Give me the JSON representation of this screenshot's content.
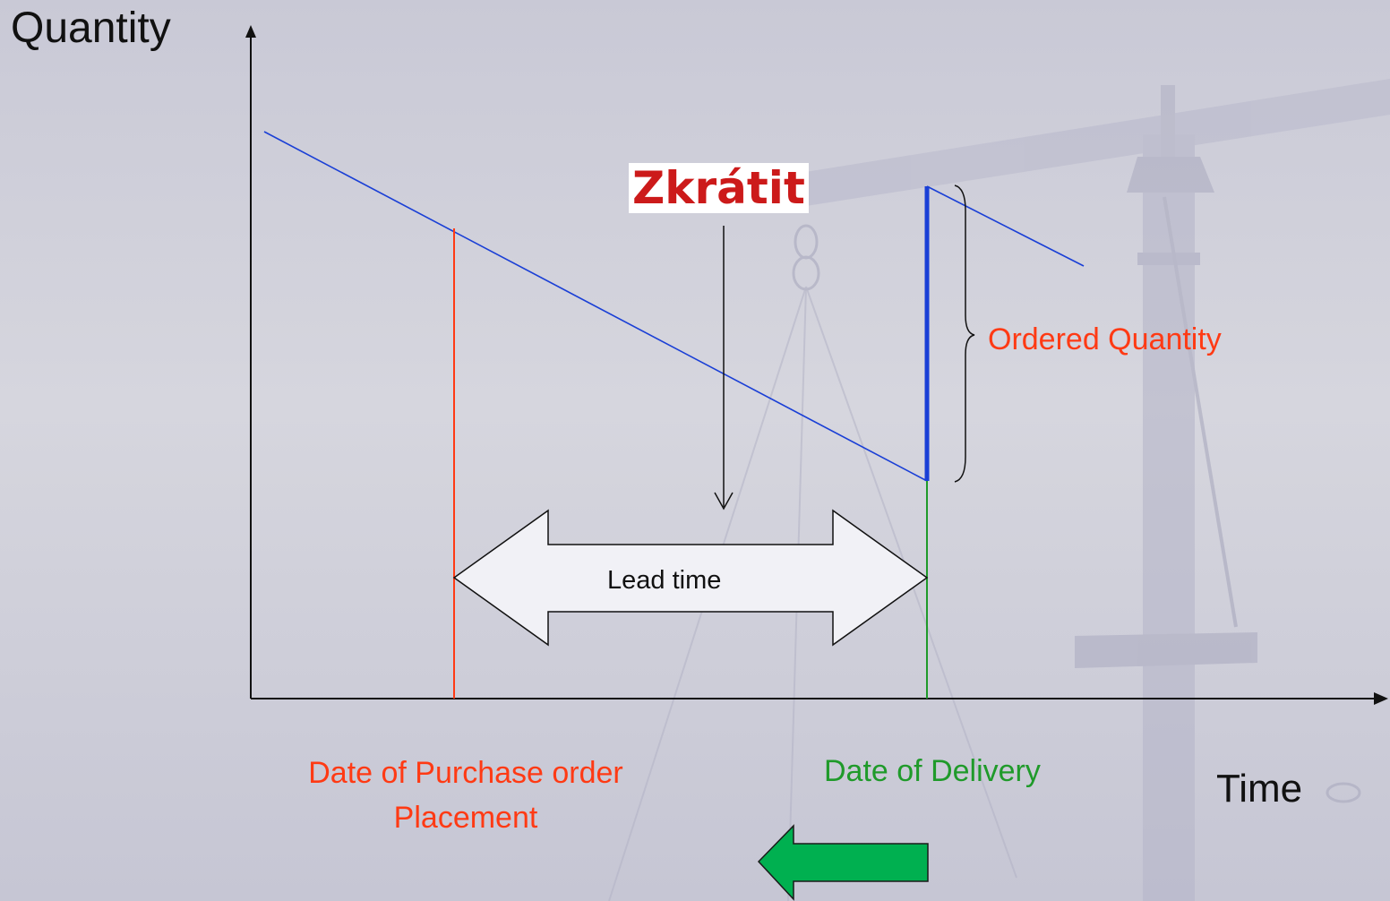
{
  "axes": {
    "y_label": "Quantity",
    "x_label": "Time"
  },
  "annotations": {
    "po_date": "Date of Purchase order Placement",
    "delivery_date": "Date of Delivery",
    "ordered_quantity": "Ordered Quantity",
    "lead_time": "Lead time",
    "shorten": "Zkrátit"
  },
  "colors": {
    "inventory_line": "#1a3fd6",
    "po_line": "#ff3a14",
    "delivery_line": "#1f9a2a",
    "shorten_text": "#cc1a1a",
    "arrow_fill": "#00b050"
  }
}
